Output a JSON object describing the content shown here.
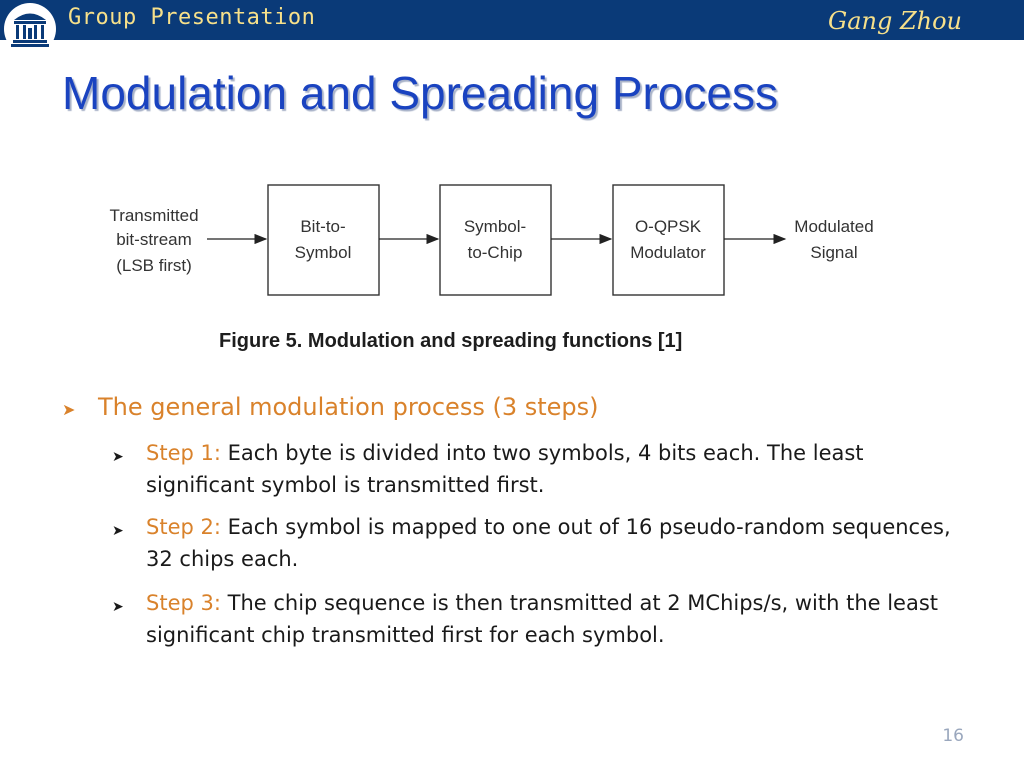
{
  "header": {
    "left_title": "Group Presentation",
    "right_author": "Gang Zhou",
    "logo_icon": "university-building-logo-icon"
  },
  "slide": {
    "title": "Modulation and Spreading Process",
    "page_number": "16"
  },
  "diagram": {
    "input_label": [
      "Transmitted",
      "bit-stream",
      "(LSB first)"
    ],
    "blocks": [
      [
        "Bit-to-",
        "Symbol"
      ],
      [
        "Symbol-",
        "to-Chip"
      ],
      [
        "O-QPSK",
        "Modulator"
      ]
    ],
    "output_label": [
      "Modulated",
      "Signal"
    ],
    "caption": "Figure 5. Modulation and spreading functions [1]"
  },
  "bullets": {
    "main": "The general modulation process (3 steps)",
    "steps": [
      {
        "label": "Step 1:",
        "text": " Each byte is divided into two symbols, 4 bits each. The least significant symbol is transmitted first."
      },
      {
        "label": "Step 2:",
        "text": " Each symbol is mapped to one out of 16 pseudo-random sequences, 32 chips each."
      },
      {
        "label": "Step 3:",
        "text": " The chip sequence is then transmitted at 2 MChips/s, with the least significant chip transmitted first for each symbol."
      }
    ]
  },
  "colors": {
    "header_bg": "#0a3a78",
    "header_text": "#f7e08a",
    "title": "#1a43c0",
    "accent": "#d9822b"
  }
}
